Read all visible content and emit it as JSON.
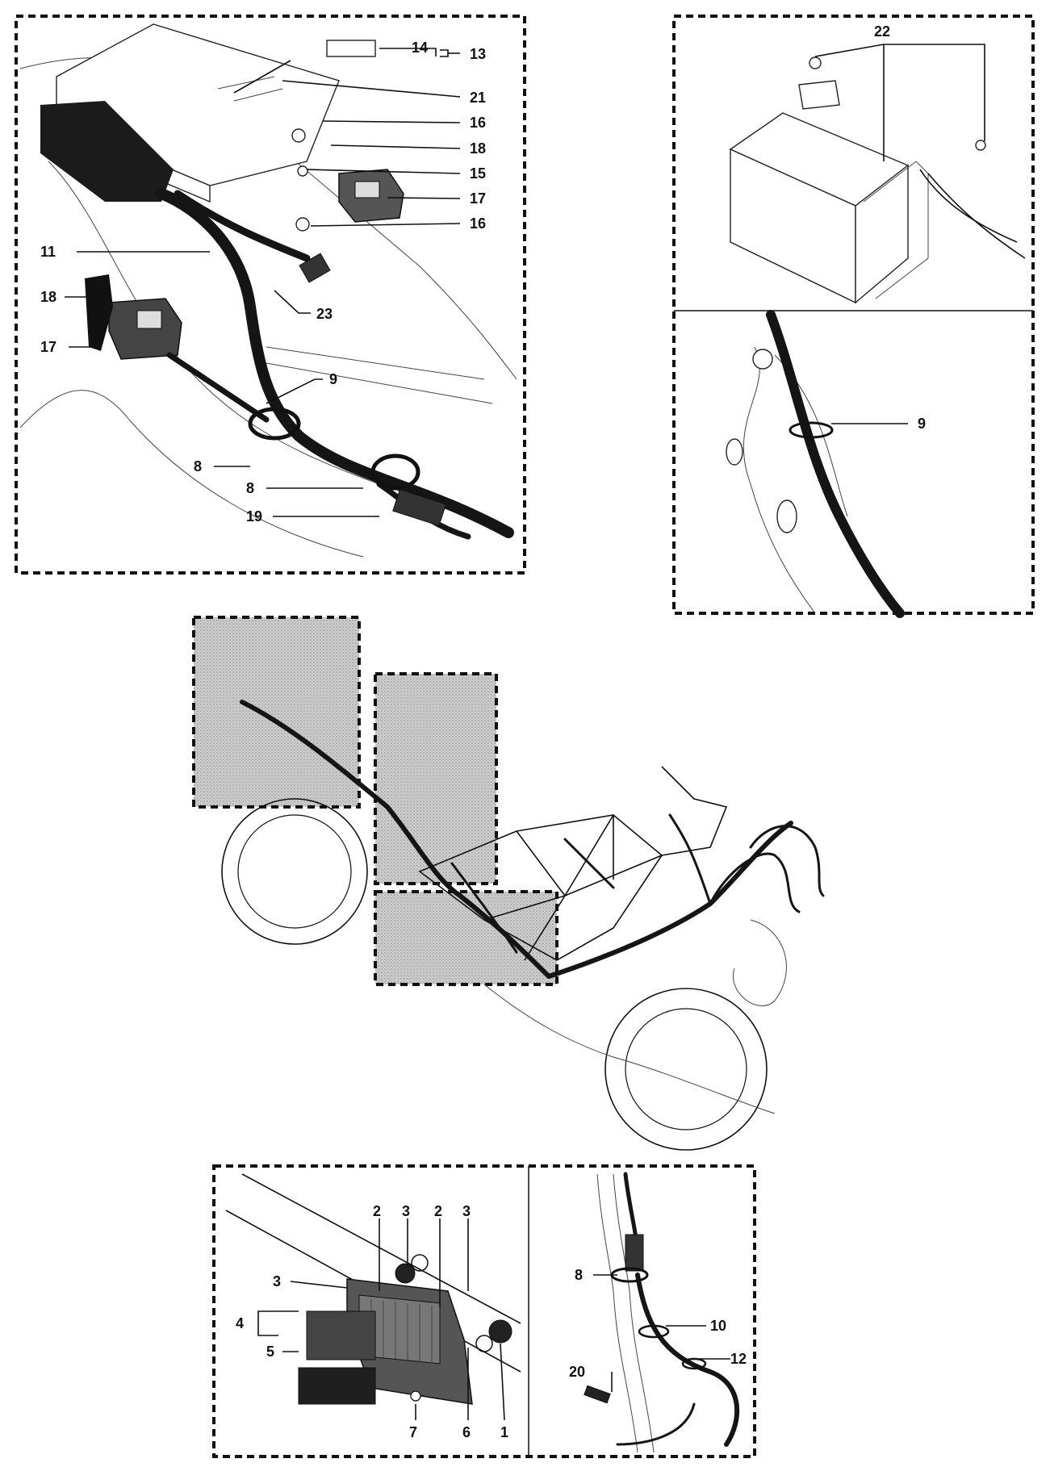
{
  "diagram": {
    "callouts": {
      "top_left": [
        "14",
        "13",
        "21",
        "16",
        "18",
        "15",
        "17",
        "16",
        "11",
        "18",
        "23",
        "17",
        "9",
        "8",
        "8",
        "19"
      ],
      "top_right": [
        "22",
        "9"
      ],
      "bottom_left": [
        "2",
        "3",
        "2",
        "3",
        "3",
        "4",
        "5",
        "7",
        "6",
        "1"
      ],
      "bottom_right": [
        "8",
        "10",
        "12",
        "20"
      ]
    },
    "colors": {
      "ink": "#111111",
      "shade": "#b8b8b8",
      "paper": "#ffffff"
    }
  }
}
